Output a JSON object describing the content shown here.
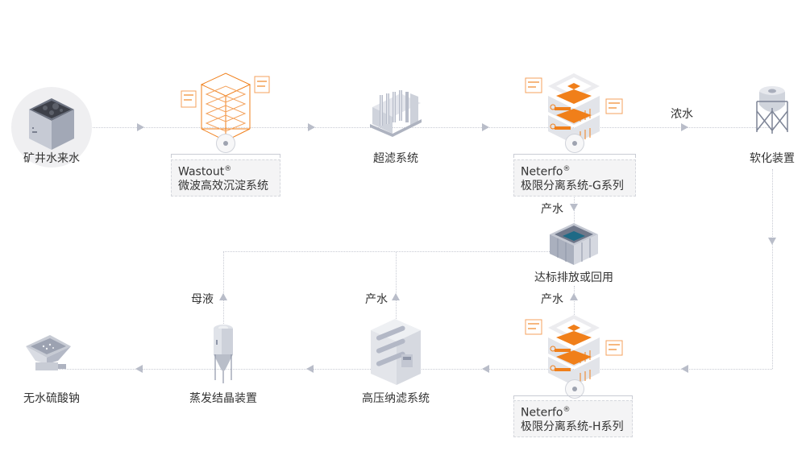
{
  "title": "矿井水处理工艺流程",
  "colors": {
    "accent": "#f07f1a",
    "line": "#c7cad3",
    "arrow": "#b9bdc9",
    "text": "#333333",
    "water": "#1e6a86",
    "steel": "#8f96a8"
  },
  "nodes": {
    "mine_water": {
      "label": "矿井水来水",
      "icon": "mine-water-tank-icon"
    },
    "wastout": {
      "brand": "Wastout",
      "mark": "®",
      "label": "微波高效沉淀系统",
      "icon": "sedimentation-system-icon"
    },
    "uf": {
      "label": "超滤系统",
      "icon": "ultrafiltration-rack-icon"
    },
    "neterfo_g": {
      "brand": "Neterfo",
      "mark": "®",
      "label": "极限分离系统-G系列",
      "icon": "separation-stack-icon"
    },
    "softener": {
      "label": "软化装置",
      "icon": "softener-tank-icon"
    },
    "discharge": {
      "label": "达标排放或回用",
      "icon": "water-pool-icon"
    },
    "neterfo_h": {
      "brand": "Neterfo",
      "mark": "®",
      "label": "极限分离系统-H系列",
      "icon": "separation-stack-icon"
    },
    "hp_nf": {
      "label": "高压纳滤系统",
      "icon": "nanofiltration-unit-icon"
    },
    "evaporator": {
      "label": "蒸发结晶装置",
      "icon": "evaporator-silo-icon"
    },
    "sodium_sulfate": {
      "label": "无水硫酸钠",
      "icon": "hopper-icon"
    }
  },
  "flows": {
    "concentrate": "浓水",
    "product_g": "产水",
    "product_h": "产水",
    "product_nf": "产水",
    "mother_liquor": "母液"
  }
}
